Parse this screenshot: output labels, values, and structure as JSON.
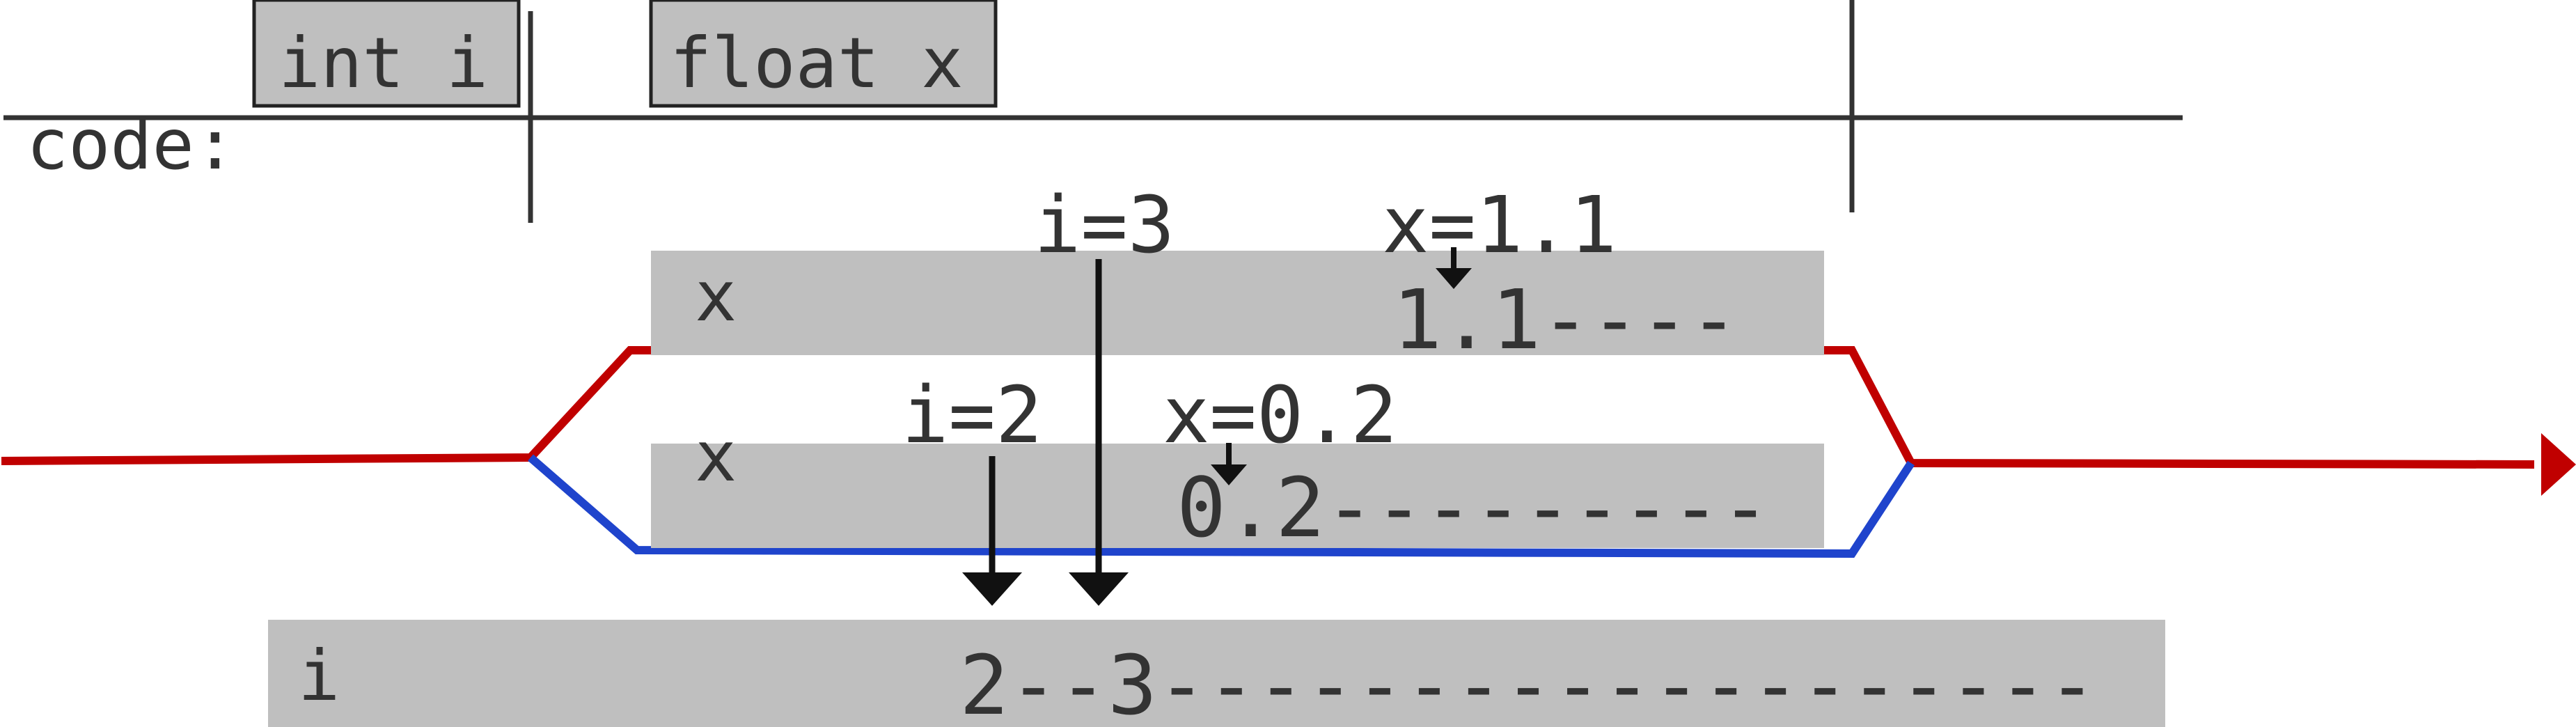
{
  "code_label": "code:",
  "declarations": [
    {
      "text": "int i"
    },
    {
      "text": "float x"
    }
  ],
  "threads": {
    "upper": {
      "var_label": "x",
      "event_i": "i=3",
      "event_x": "x=1.1",
      "timeline": "1.1----"
    },
    "lower": {
      "var_label": "x",
      "event_i": "i=2",
      "event_x": "x=0.2",
      "timeline": "0.2---------"
    }
  },
  "shared": {
    "var_label": "i",
    "timeline": "2--3-------------------"
  },
  "colors": {
    "red_thread": "#c00000",
    "blue_thread": "#1f44cc",
    "box_fill": "#bfbfbf",
    "line": "#333333",
    "text": "#333333"
  }
}
